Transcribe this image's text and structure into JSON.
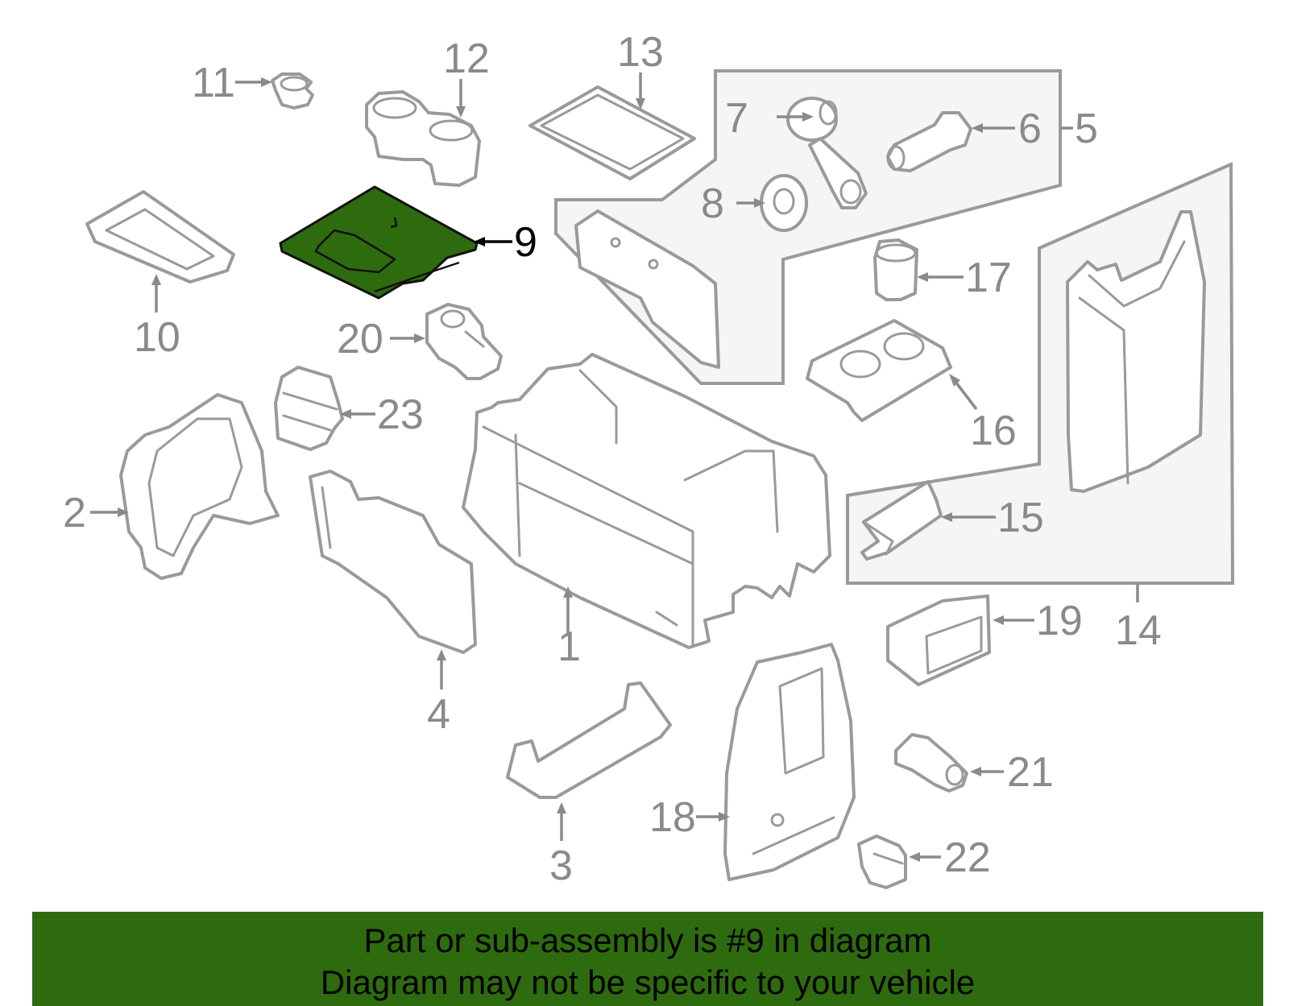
{
  "diagram": {
    "highlighted_part": "9",
    "highlight_color": "#2e6b0f",
    "line_color": "#9a9a9a",
    "callouts": [
      "1",
      "2",
      "3",
      "4",
      "5",
      "6",
      "7",
      "8",
      "9",
      "10",
      "11",
      "12",
      "13",
      "14",
      "15",
      "16",
      "17",
      "18",
      "19",
      "20",
      "21",
      "22",
      "23"
    ]
  },
  "banner": {
    "line1": "Part or sub-assembly is #9 in diagram",
    "line2": "Diagram may not be specific to your vehicle",
    "background": "#2e6b0f"
  }
}
